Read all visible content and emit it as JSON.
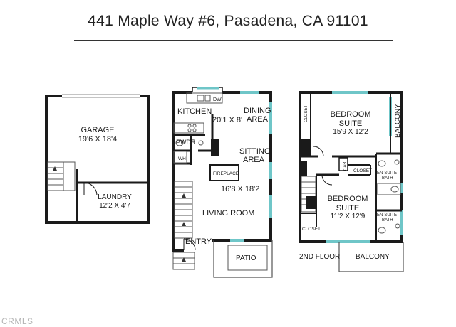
{
  "header": {
    "address": "441 Maple Way #6, Pasadena, CA 91101"
  },
  "garage": {
    "name": "GARAGE",
    "dims": "19'6 X 18'4"
  },
  "laundry": {
    "name": "LAUNDRY",
    "dims": "12'2 X 4'7"
  },
  "first_floor": {
    "kitchen": "KITCHEN",
    "kitchen_dims": "20'1 X 8'",
    "dining_line1": "DINING",
    "dining_line2": "AREA",
    "dw": "DW",
    "pwdr": "PWDR",
    "wh": "WH",
    "sitting_line1": "SITTING",
    "sitting_line2": "AREA",
    "fireplace": "FIREPLACE",
    "living_dims": "16'8 X 18'2",
    "living_room": "LIVING ROOM",
    "entry": "ENTRY",
    "patio": "PATIO"
  },
  "second_floor": {
    "closet": "CLOSET",
    "bedroom1_line1": "BEDROOM",
    "bedroom1_line2": "SUITE",
    "bedroom1_dims": "15'9 X 12'2",
    "balcony_top": "BALCONY",
    "cab": "CAB",
    "closet_mid": "CLOSET",
    "ensuite_line1": "EN-SUITE",
    "ensuite_line2": "BATH",
    "bedroom2_line1": "BEDROOM",
    "bedroom2_line2": "SUITE",
    "bedroom2_dims": "11'2 X 12'9",
    "closet_bottom": "CLOSET",
    "ensuite2_line1": "EN-SUITE",
    "ensuite2_line2": "BATH",
    "floor_label": "2ND FLOOR",
    "balcony_bottom": "BALCONY"
  },
  "watermark": {
    "text": "CRMLS"
  },
  "colors": {
    "wall": "#1a1a1a",
    "window": "#6fc6c8",
    "line": "#555555"
  }
}
